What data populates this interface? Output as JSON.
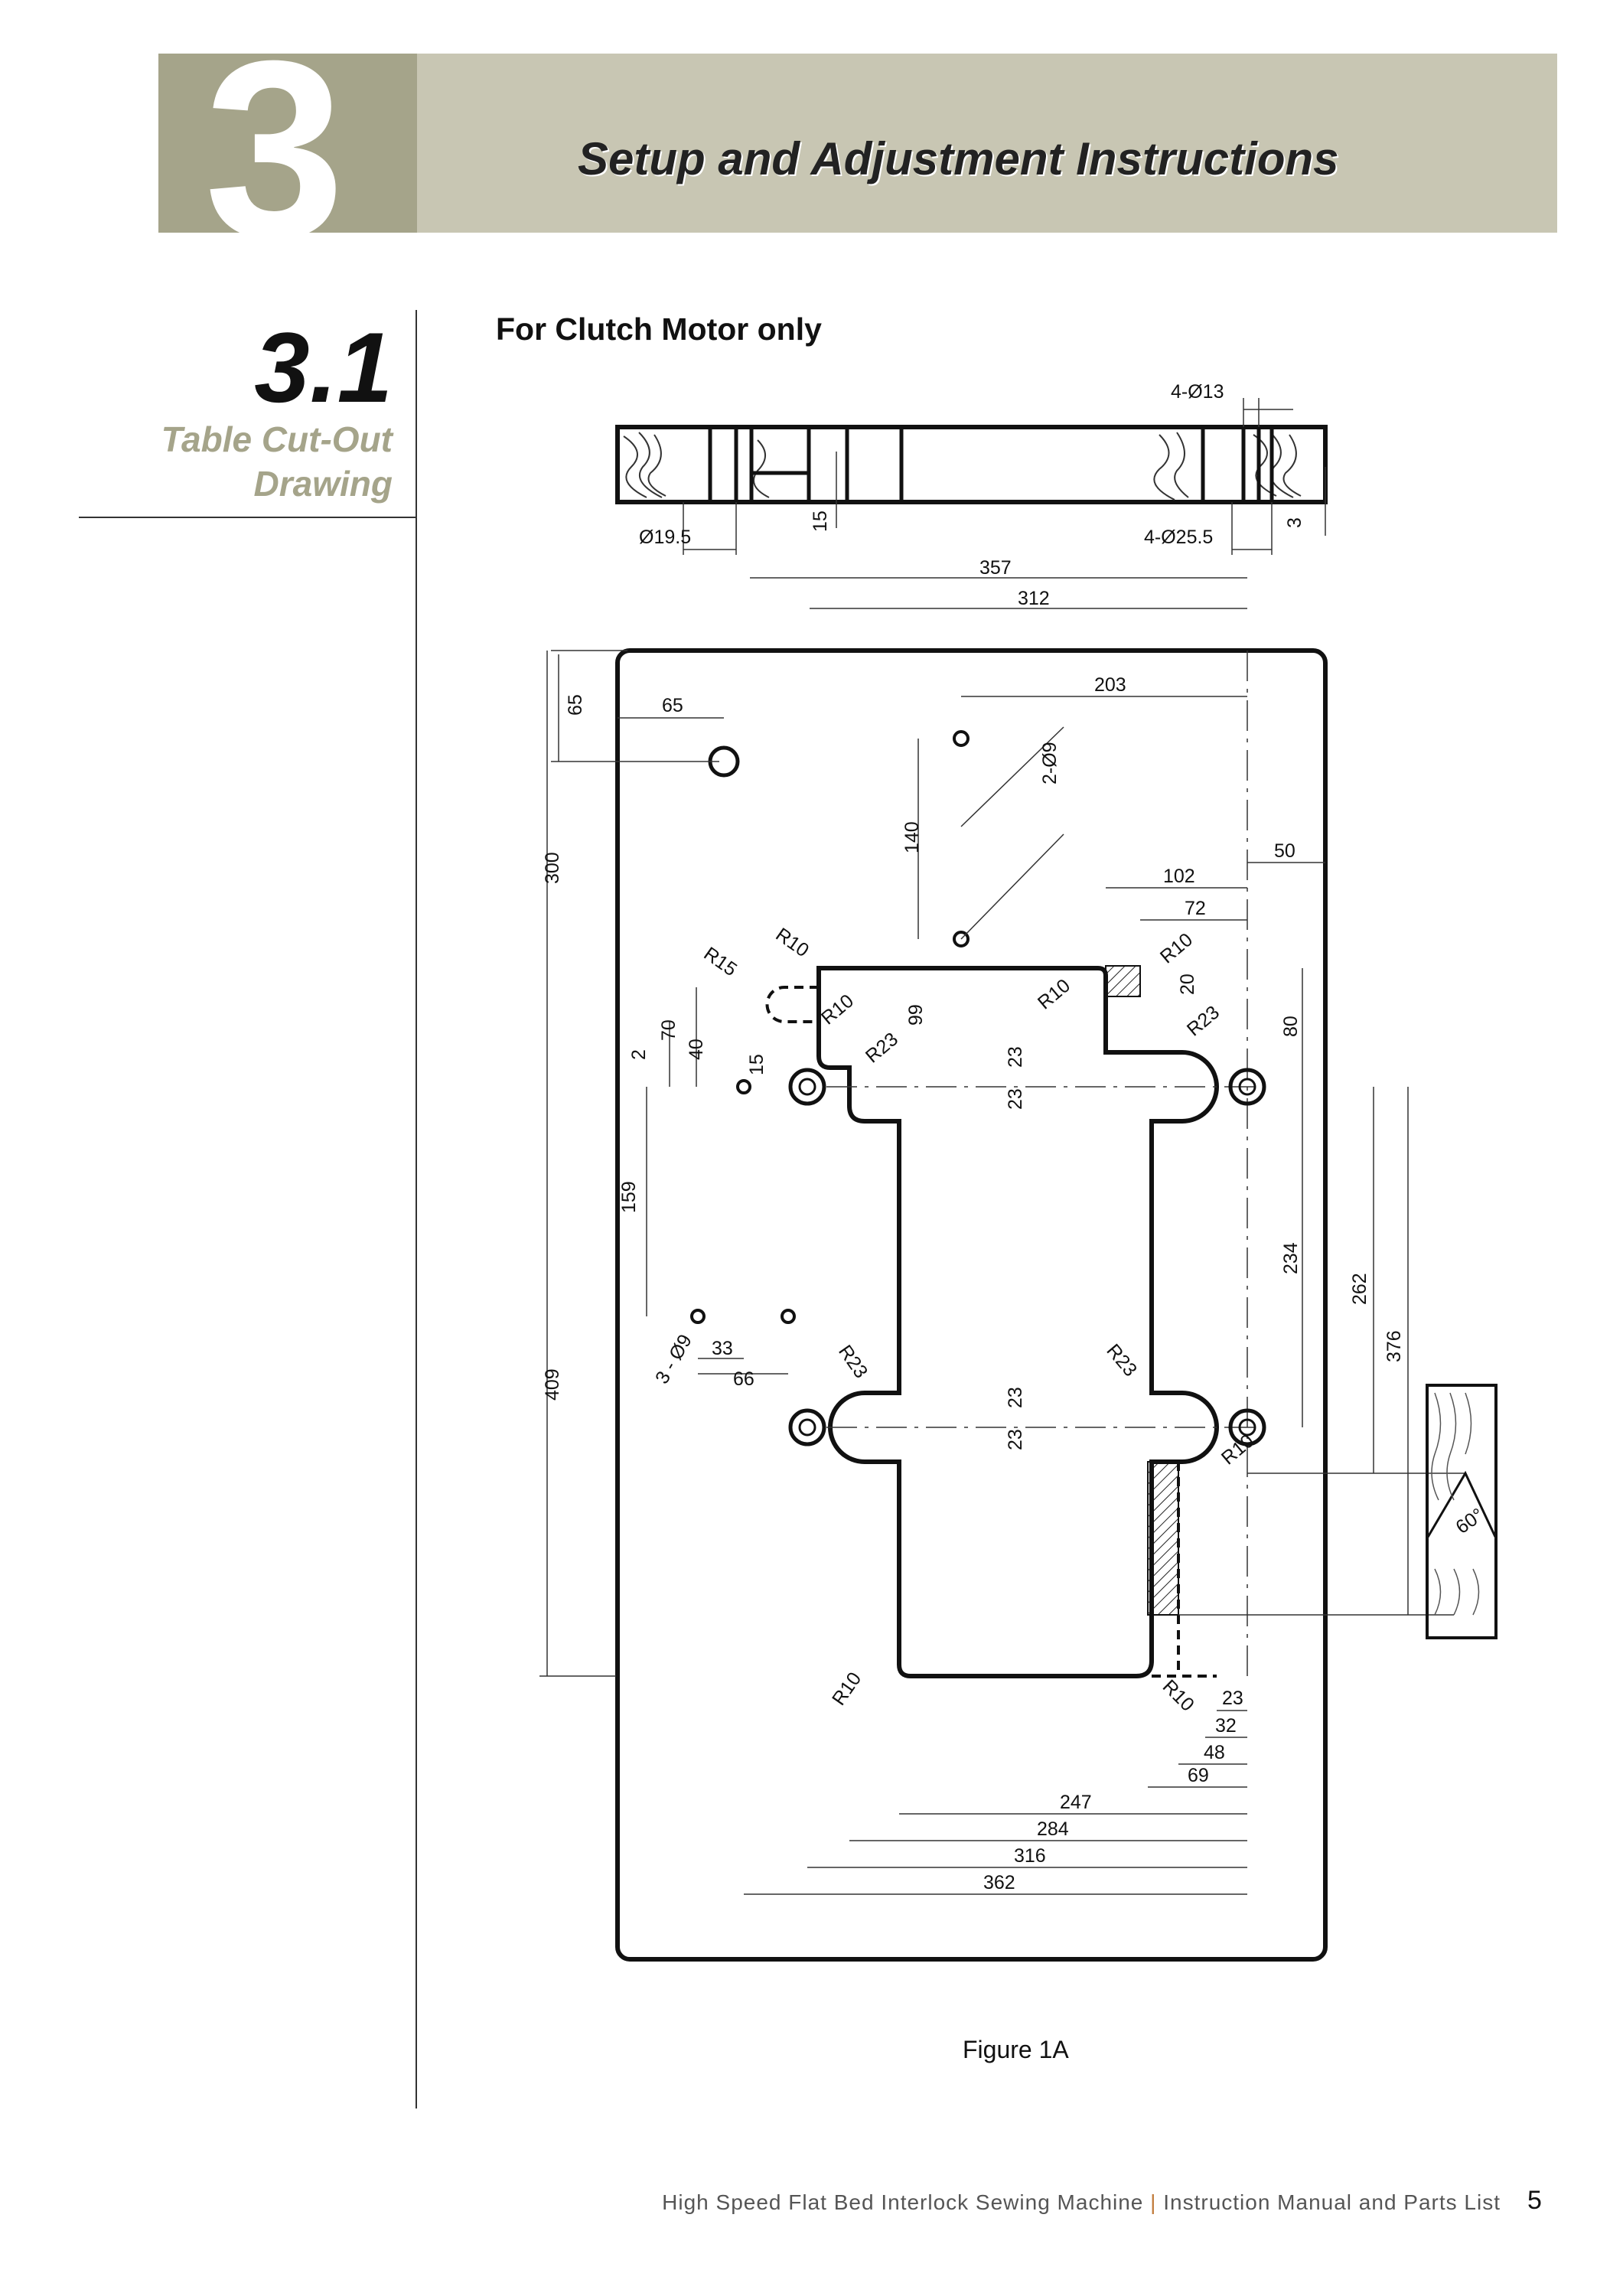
{
  "chapter": {
    "number": "3",
    "title": "Setup and Adjustment Instructions"
  },
  "section": {
    "number": "3.1",
    "title_line1": "Table Cut-Out",
    "title_line2": "Drawing"
  },
  "subhead": "For Clutch Motor only",
  "drawing": {
    "top_view_labels": {
      "d19_5": "Ø19.5",
      "d15": "15",
      "holes13": "4-Ø13",
      "holes25_5": "4-Ø25.5",
      "d3": "3"
    },
    "dims": {
      "d357": "357",
      "d312": "312",
      "d203": "203",
      "d65v": "65",
      "d65h": "65",
      "d300": "300",
      "d409": "409",
      "d140": "140",
      "holes9": "2-Ø9",
      "d50": "50",
      "d102": "102",
      "d72": "72",
      "d20": "20",
      "d80": "80",
      "d99": "99",
      "d70": "70",
      "d40": "40",
      "d2": "2",
      "d15b": "15",
      "d23a": "23",
      "d23b": "23",
      "d23c": "23",
      "d23d": "23",
      "d159": "159",
      "holes9b": "3 - Ø9",
      "d33": "33",
      "d66": "66",
      "d234": "234",
      "d262": "262",
      "d376": "376",
      "d23e": "23",
      "d32": "32",
      "d48": "48",
      "d69": "69",
      "d247": "247",
      "d284": "284",
      "d316": "316",
      "d362": "362",
      "angle": "60°"
    },
    "radii": {
      "r15": "R15",
      "r10a": "R10",
      "r10b": "R10",
      "r10c": "R10",
      "r10d": "R10",
      "r10e": "R10",
      "r10f": "R10",
      "r10g": "R10",
      "r23a": "R23",
      "r23b": "R23",
      "r23c": "R23",
      "r23d": "R23"
    }
  },
  "figure_caption": "Figure 1A",
  "footer": {
    "manual_title": "High Speed Flat Bed Interlock Sewing Machine",
    "separator": "|",
    "subtitle": "Instruction Manual and Parts List",
    "page": "5"
  }
}
